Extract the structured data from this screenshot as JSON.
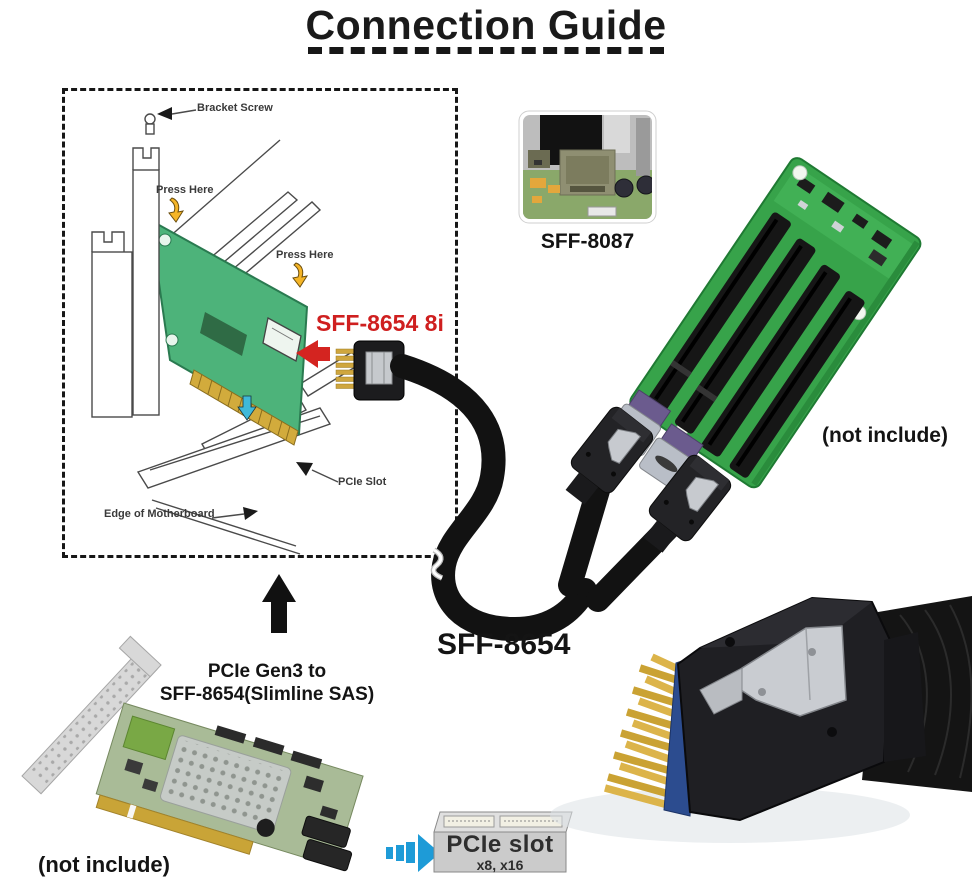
{
  "title": "Connection Guide",
  "installation_diagram": {
    "bracket_screw_label": "Bracket Screw",
    "press_here_top_label": "Press Here",
    "press_here_side_label": "Press Here",
    "card_connector_label": "SFF-8654 8i",
    "pcie_slot_label": "PCIe Slot",
    "motherboard_edge_label": "Edge of Motherboard"
  },
  "host_port_photo": {
    "caption": "SFF-8087"
  },
  "riser_board": {
    "availability_note": "(not include)"
  },
  "cable": {
    "caption": "SFF-8654"
  },
  "adapter_card": {
    "title_line1": "PCIe Gen3 to",
    "title_line2": "SFF-8654(Slimline SAS)",
    "availability_note": "(not include)"
  },
  "pcie_slot_callout": {
    "label": "PCIe slot",
    "sizes": "x8, x16"
  },
  "colors": {
    "accent_red": "#cf1f1f",
    "arrow_blue": "#1e9bd7",
    "diagram_card_green": "#4db37a",
    "riser_pcb_green": "#37a34a",
    "gold": "#c9a437"
  }
}
